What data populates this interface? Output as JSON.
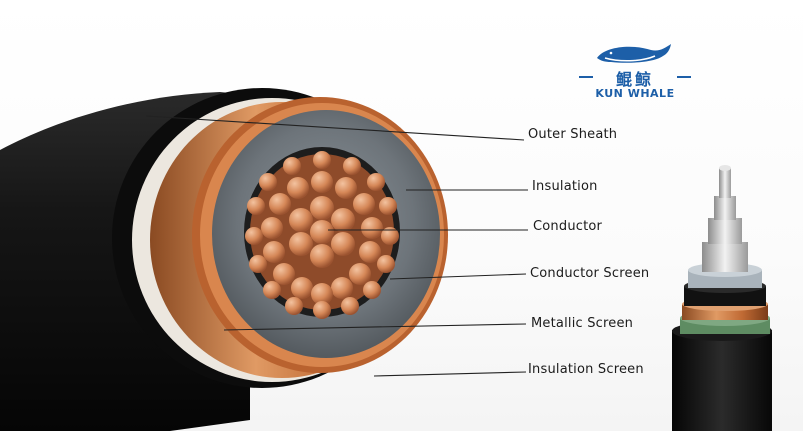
{
  "brand": {
    "name_cn": "鲲鲸",
    "name_en": "KUN WHALE",
    "color": "#1d5fa8"
  },
  "callouts": [
    {
      "id": "outer-sheath",
      "label": "Outer Sheath"
    },
    {
      "id": "insulation",
      "label": "Insulation"
    },
    {
      "id": "conductor",
      "label": "Conductor"
    },
    {
      "id": "conductor-screen",
      "label": "Conductor Screen"
    },
    {
      "id": "metallic-screen",
      "label": "Metallic Screen"
    },
    {
      "id": "insulation-screen",
      "label": "Insulation Screen"
    }
  ],
  "colors": {
    "sheath": "#141414",
    "copper": "#c8743e",
    "insulation": "#6f767c",
    "conductor": "#d78a5e",
    "semicon": "#e9e4dc"
  }
}
